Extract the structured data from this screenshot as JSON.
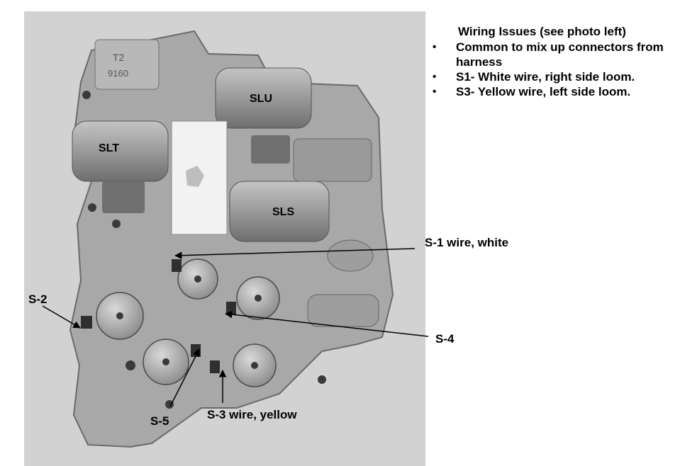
{
  "notes": {
    "title": "Wiring Issues (see photo left)",
    "items": [
      "Common to mix up connectors from harness",
      "S1- White wire, right side loom.",
      "S3- Yellow wire, left side loom."
    ]
  },
  "photo_labels": {
    "slu": "SLU",
    "slt": "SLT",
    "sls": "SLS",
    "t2": "T2",
    "num": "9160"
  },
  "callouts": {
    "s1": "S-1 wire, white",
    "s2": "S-2",
    "s3": "S-3 wire, yellow",
    "s4": "S-4",
    "s5": "S-5"
  }
}
